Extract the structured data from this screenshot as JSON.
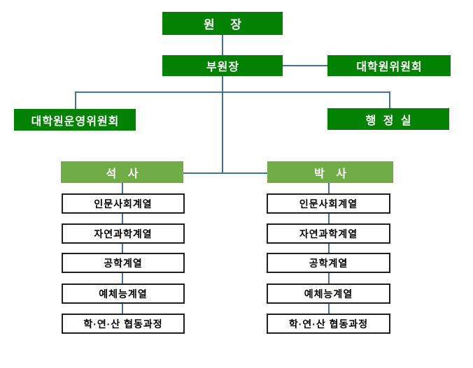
{
  "colors": {
    "box_dark_green": "#028102",
    "box_light_green": "#70AD47",
    "connector_blue": "#41719C",
    "sub_box_border": "#1f1f1f",
    "background": "#ffffff"
  },
  "org": {
    "director": "원 장",
    "vice_director": "부원장",
    "graduate_committee": "대학원위원회",
    "operating_committee": "대학원운영위원회",
    "admin_office": "행 정 실",
    "tracks": [
      {
        "name": "석 사",
        "programs": [
          "인문사회계열",
          "자연과학계열",
          "공학계열",
          "예체능계열",
          "학·연·산 협동과정"
        ]
      },
      {
        "name": "박 사",
        "programs": [
          "인문사회계열",
          "자연과학계열",
          "공학계열",
          "예체능계열",
          "학·연·산 협동과정"
        ]
      }
    ]
  }
}
